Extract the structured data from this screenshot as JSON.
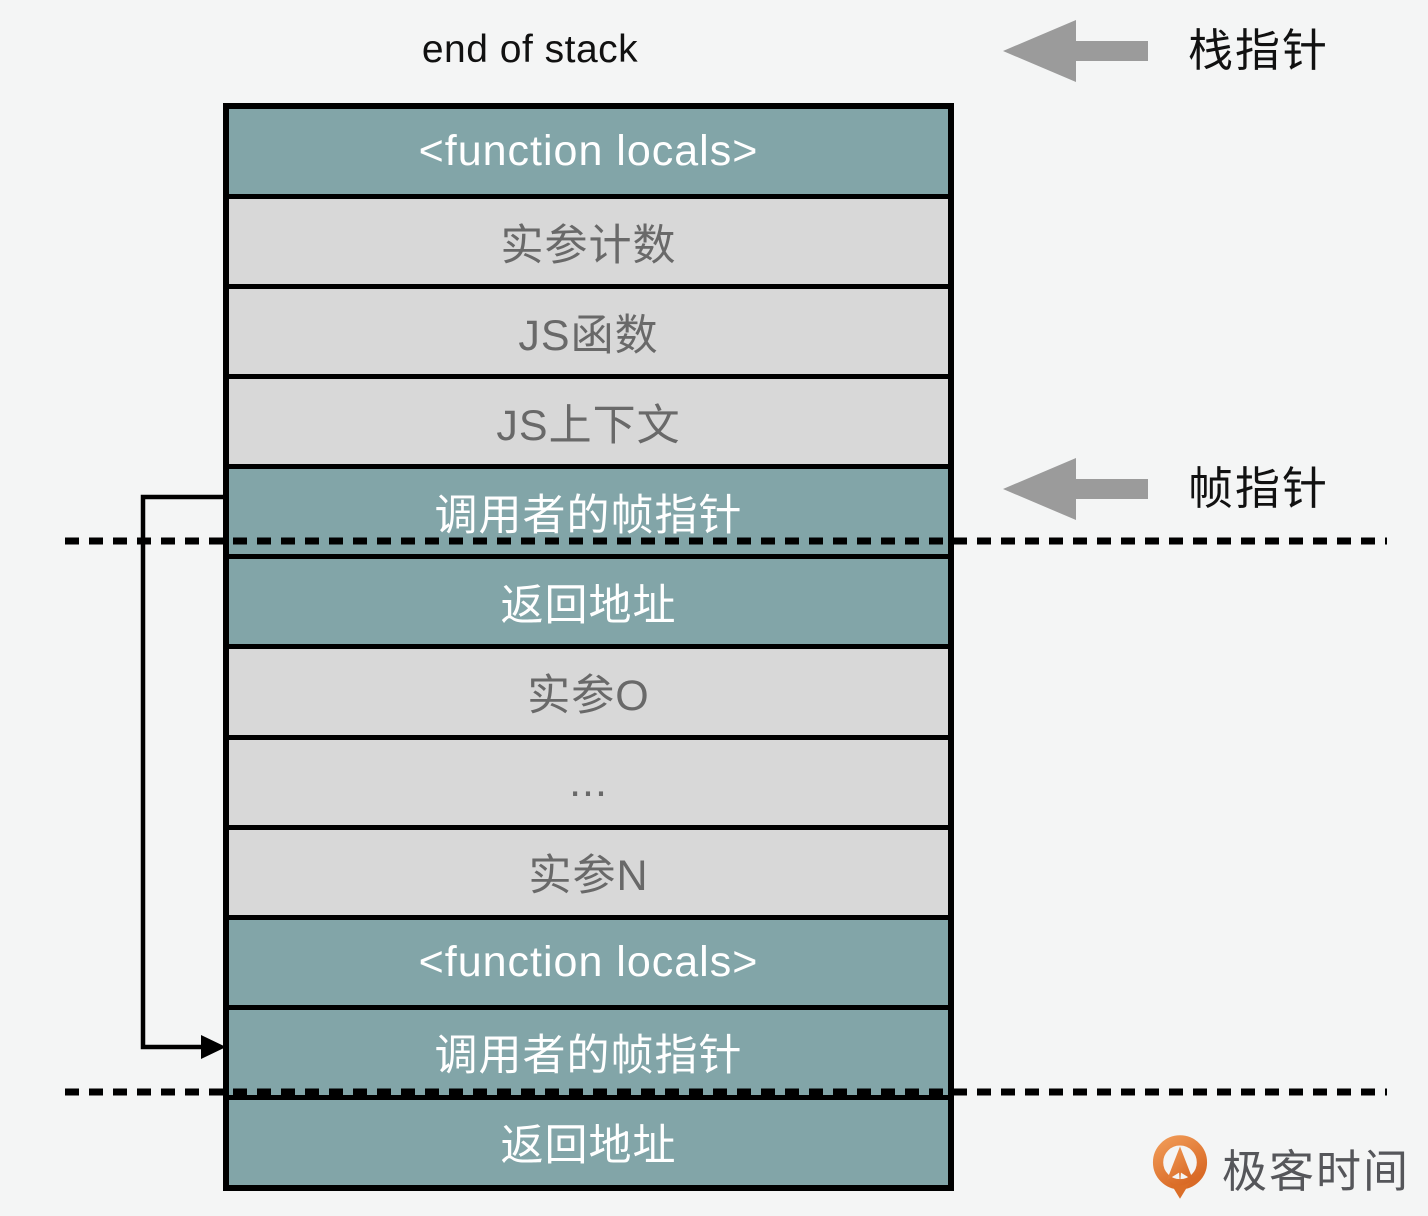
{
  "title": "end of stack",
  "annotations": {
    "stack_pointer": "栈指针",
    "frame_pointer": "帧指针"
  },
  "stack_rows": [
    {
      "label": "<function locals>",
      "variant": "teal"
    },
    {
      "label": "实参计数",
      "variant": "gray"
    },
    {
      "label": "JS函数",
      "variant": "gray"
    },
    {
      "label": "JS上下文",
      "variant": "gray"
    },
    {
      "label": "调用者的帧指针",
      "variant": "teal"
    },
    {
      "label": "返回地址",
      "variant": "teal"
    },
    {
      "label": "实参O",
      "variant": "gray"
    },
    {
      "label": "...",
      "variant": "gray"
    },
    {
      "label": "实参N",
      "variant": "gray"
    },
    {
      "label": "<function locals>",
      "variant": "teal"
    },
    {
      "label": "调用者的帧指针",
      "variant": "teal"
    },
    {
      "label": "返回地址",
      "variant": "teal"
    }
  ],
  "brand": {
    "name": "极客时间"
  },
  "colors": {
    "background": "#f4f5f5",
    "cell_teal": "#82a5a8",
    "cell_gray": "#d8d8d8",
    "cell_gray_text": "#696969",
    "cell_teal_text": "#ffffff",
    "border_black": "#000000",
    "pointer_arrow_gray": "#9b9b9b",
    "logo_orange": "#e07a31",
    "logo_text_gray": "#55565a"
  }
}
